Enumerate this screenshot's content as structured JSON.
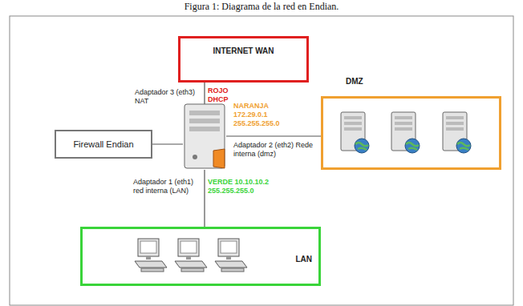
{
  "diagram": {
    "caption": "Figura 1: Diagrama de la red en Endian.",
    "nodes": [
      {
        "text": [
          "INTERNET WAN"
        ]
      },
      {
        "text": [
          "Firewall Endian"
        ]
      },
      {
        "text": [
          "DMZ"
        ]
      },
      {
        "text": [
          "LAN"
        ]
      }
    ],
    "labels": [
      "Adaptador 3 (eth3) NAT",
      "ROJO DHCP",
      "NARANJA 172.29.0.1 255.255.255.0",
      "Adaptador 2 (eth2) Rede interna (dmz)",
      "Adaptador 1 (eth1) red interna (LAN)",
      "VERDE 10.10.10.2 255.255.255.0"
    ]
  }
}
